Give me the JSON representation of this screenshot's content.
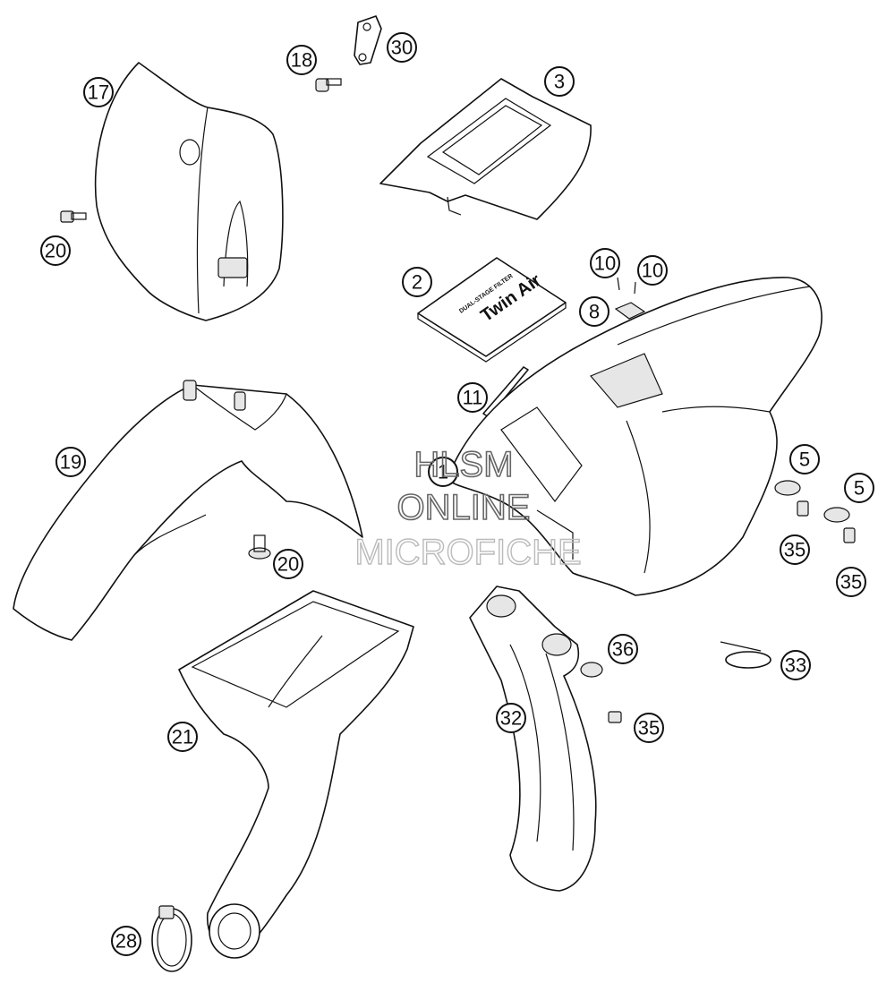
{
  "callouts": [
    {
      "id": "c17",
      "label": "17"
    },
    {
      "id": "c18",
      "label": "18"
    },
    {
      "id": "c30",
      "label": "30"
    },
    {
      "id": "c3",
      "label": "3"
    },
    {
      "id": "c20a",
      "label": "20"
    },
    {
      "id": "c2",
      "label": "2"
    },
    {
      "id": "c10a",
      "label": "10"
    },
    {
      "id": "c10b",
      "label": "10"
    },
    {
      "id": "c8",
      "label": "8"
    },
    {
      "id": "c11",
      "label": "11"
    },
    {
      "id": "c19",
      "label": "19"
    },
    {
      "id": "c1",
      "label": "1"
    },
    {
      "id": "c5a",
      "label": "5"
    },
    {
      "id": "c5b",
      "label": "5"
    },
    {
      "id": "c35a",
      "label": "35"
    },
    {
      "id": "c35b",
      "label": "35"
    },
    {
      "id": "c20b",
      "label": "20"
    },
    {
      "id": "c36",
      "label": "36"
    },
    {
      "id": "c33",
      "label": "33"
    },
    {
      "id": "c35c",
      "label": "35"
    },
    {
      "id": "c32",
      "label": "32"
    },
    {
      "id": "c21",
      "label": "21"
    },
    {
      "id": "c28",
      "label": "28"
    }
  ],
  "filter_box": {
    "brand": "Twin Air",
    "subtitle": "DUAL-STAGE FILTER"
  },
  "watermark": {
    "line1": "HLSM",
    "line2": "ONLINE",
    "line3": "MICROFICHE"
  }
}
